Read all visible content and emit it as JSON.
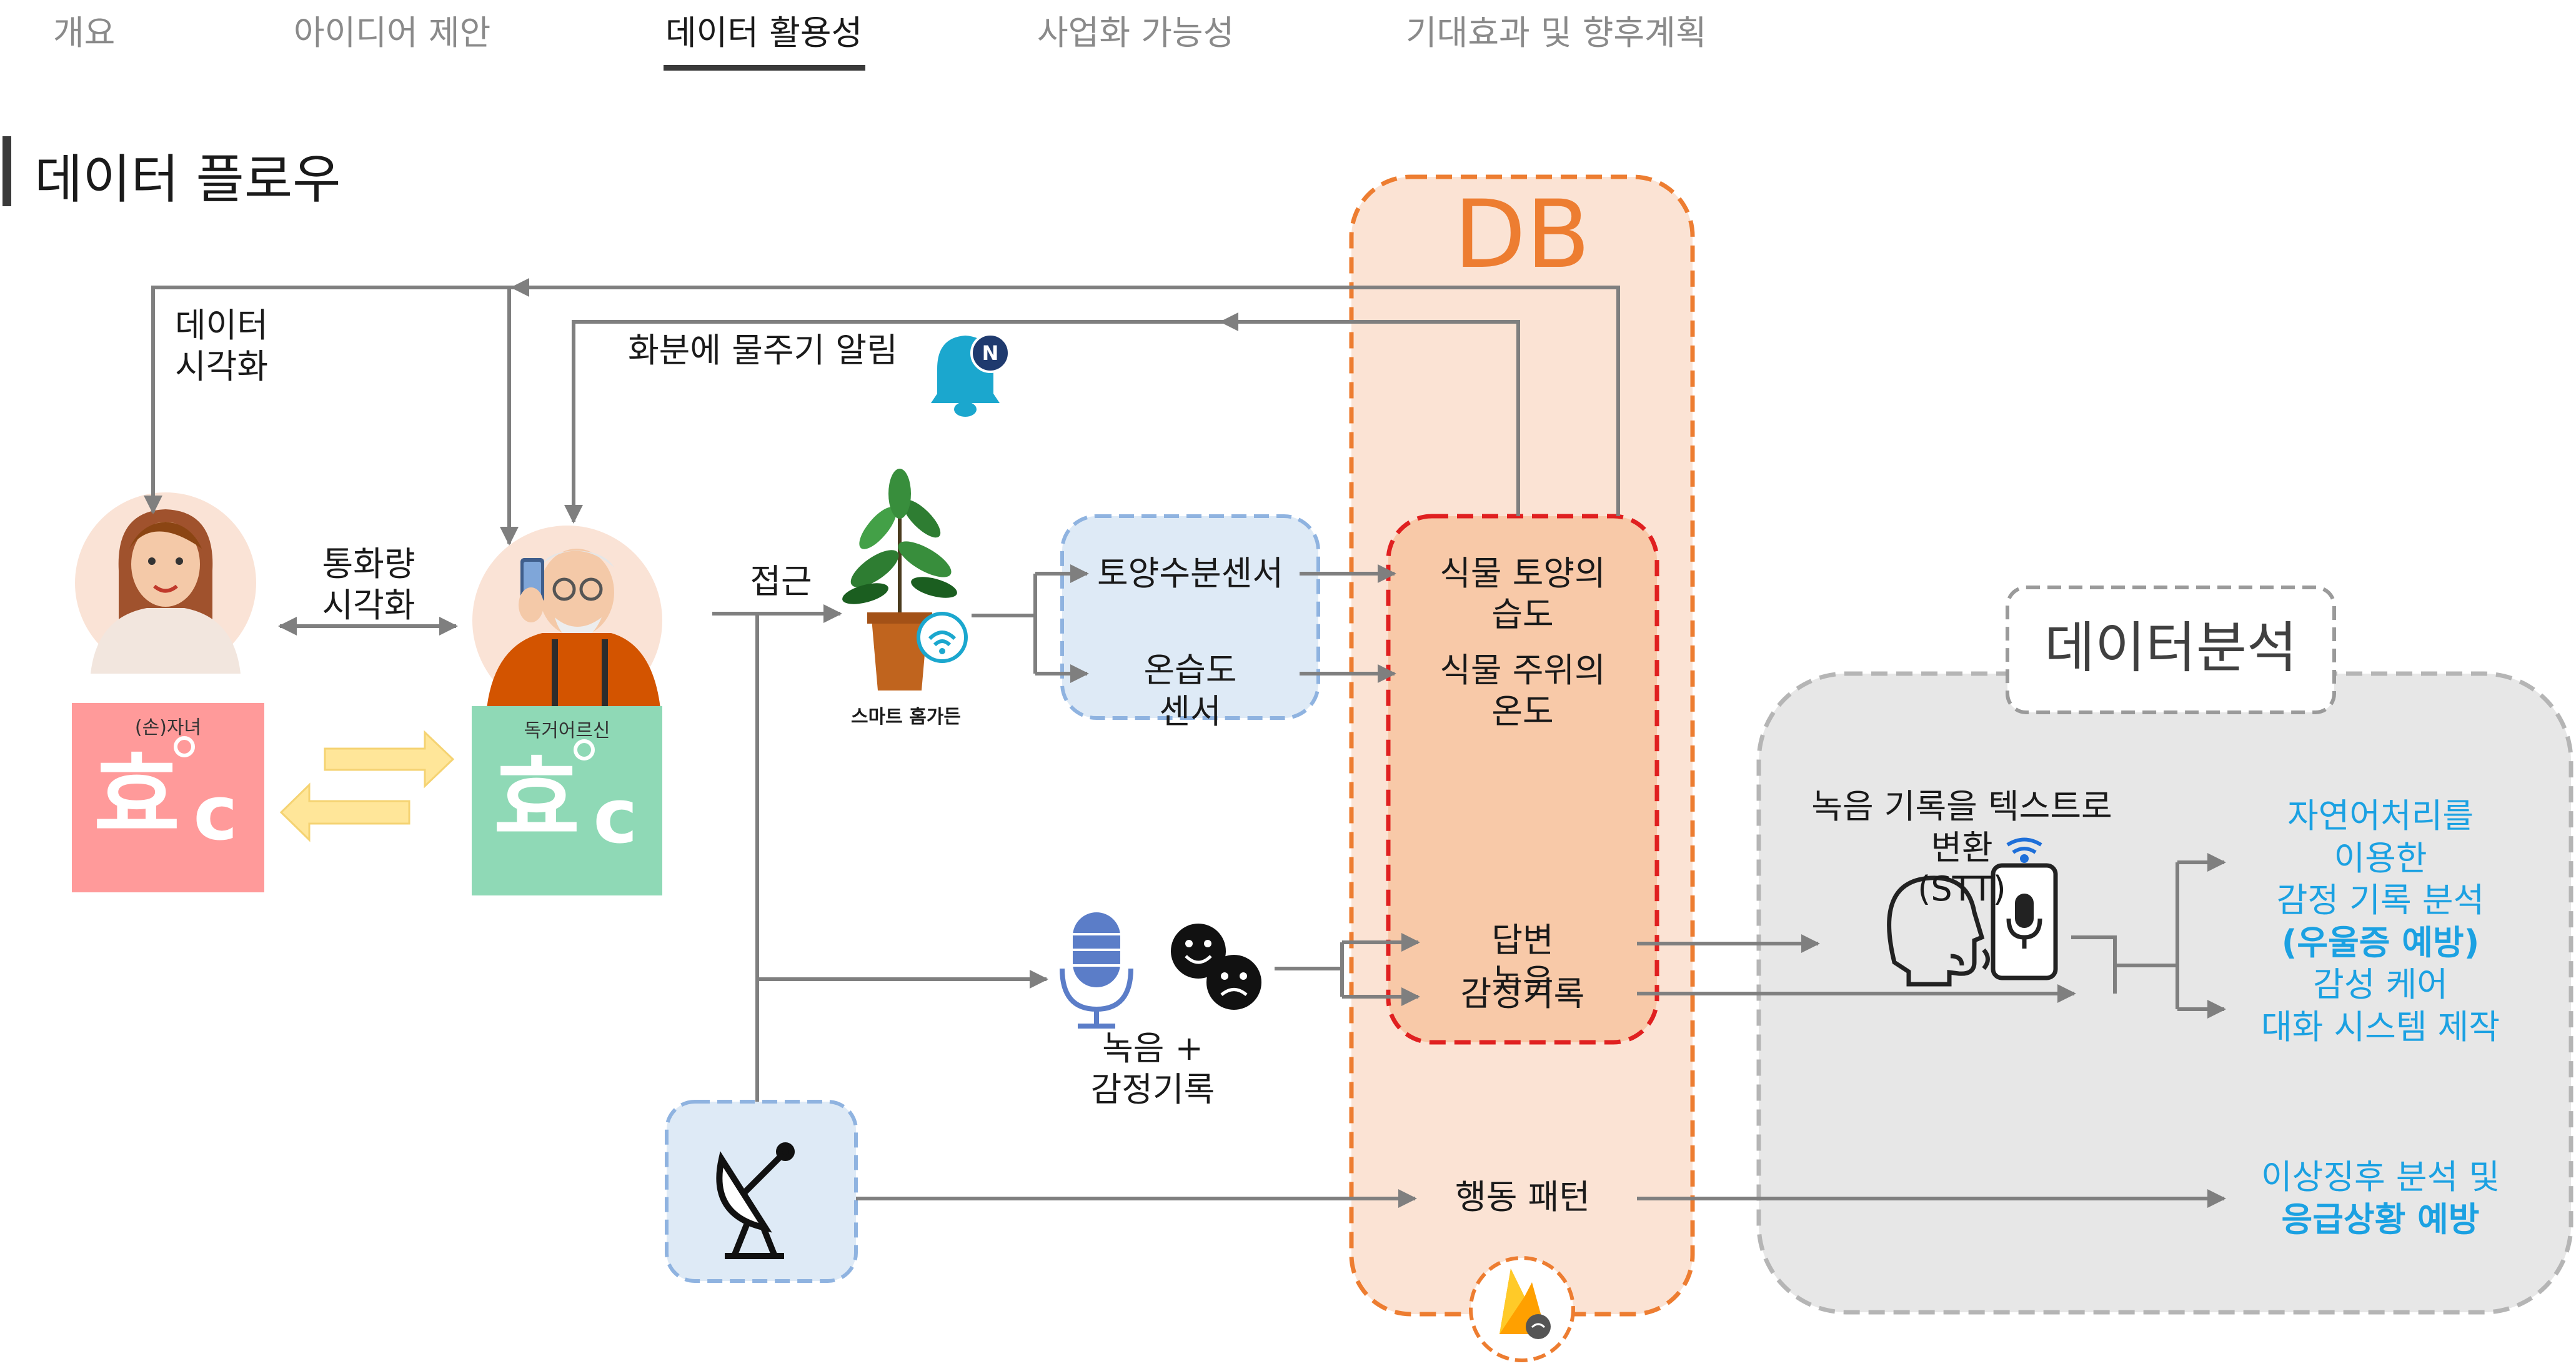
{
  "nav": {
    "tabs": [
      {
        "label": "개요"
      },
      {
        "label": "아이디어 제안"
      },
      {
        "label": "데이터 활용성"
      },
      {
        "label": "사업화 가능성"
      },
      {
        "label": "기대효과 및 향후계획"
      }
    ],
    "active_index": 2
  },
  "section_title": "데이터 플로우",
  "diagram": {
    "db_label": "DB",
    "analysis_label": "데이터분석",
    "top_labels": {
      "visualization": "데이터\n시각화",
      "watering_alert": "화분에 물주기 알림",
      "call_visualization": "통화량\n시각화",
      "access": "접근"
    },
    "child_card": {
      "subtitle": "(손)자녀",
      "logo_text": "효",
      "logo_c": "c",
      "color": "#FF9A9A"
    },
    "elder_card": {
      "subtitle": "독거어르신",
      "logo_text": "효",
      "logo_c": "c",
      "color": "#8FD9B6"
    },
    "smart_garden_label": "스마트 홈가든",
    "sensors": [
      "토양수분센서",
      "온습도\n센서"
    ],
    "db_items": {
      "soil": "식물 토양의\n습도",
      "ambient": "식물 주위의\n온도",
      "answer": "답변\n녹음",
      "emotion": "감정기록",
      "behavior": "행동 패턴"
    },
    "record_label": "녹음 +\n감정기록",
    "stt_label": "녹음 기록을 텍스트로\n변환\n(STT)",
    "outputs": {
      "nlp_line1": "자연어처리를",
      "nlp_line2": "이용한",
      "nlp_line3": "감정 기록 분석",
      "nlp_bold": "(우울증 예방)",
      "care_line1": "감성 케어",
      "care_line2": "대화 시스템 제작",
      "anomaly_line1": "이상징후 분석 및",
      "anomaly_bold": "응급상황 예방"
    },
    "colors": {
      "db_orange": "#ED7D31",
      "db_fill": "#FBE3D4",
      "db_inner_fill": "#F8C9A8",
      "db_inner_border": "#E02020",
      "sensor_fill": "#DEEAF6",
      "sensor_border": "#8FB3E0",
      "analysis_fill": "#E7E7E7",
      "analysis_border": "#B5B5B5",
      "accent_blue": "#1BA1E2",
      "arrow_gray": "#7F7F7F",
      "bell": "#1BA7CE",
      "yellow_arrow": "#FFE699"
    }
  }
}
